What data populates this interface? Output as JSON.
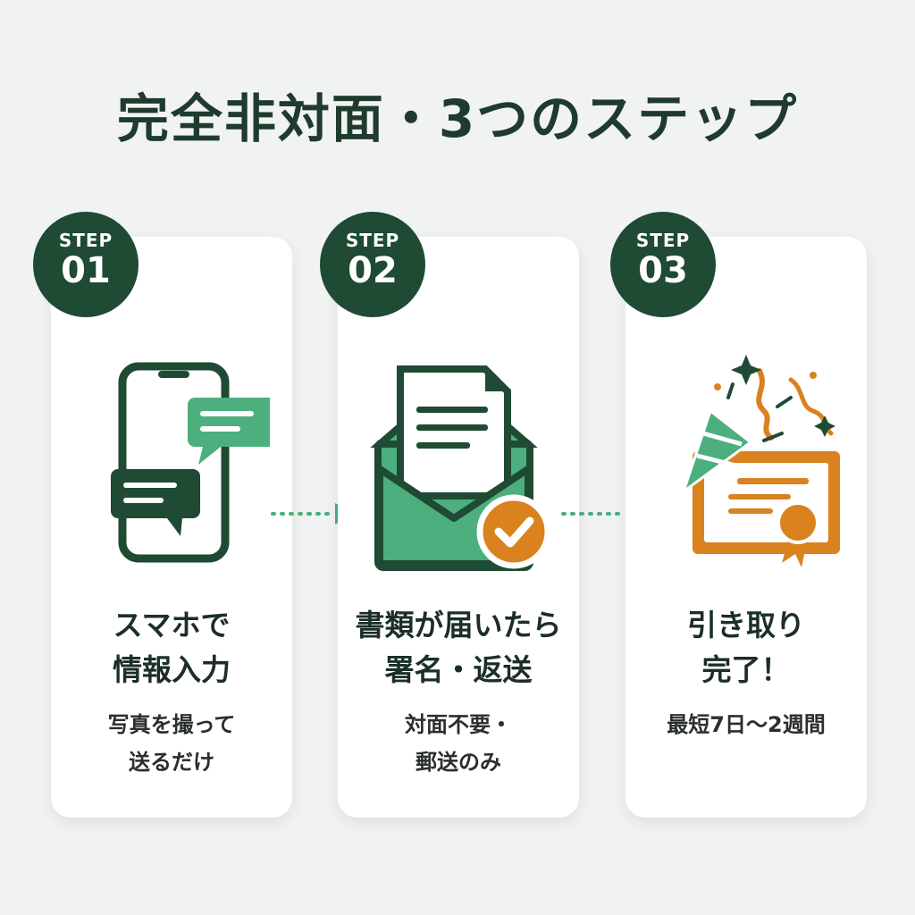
{
  "title": "完全非対面・3つのステップ",
  "steps": [
    {
      "label": "STEP",
      "number": "01",
      "heading1": "スマホで",
      "heading2": "情報入力",
      "sub1": "写真を撮って",
      "sub2": "送るだけ",
      "icon": "phone-chat-icon"
    },
    {
      "label": "STEP",
      "number": "02",
      "heading1": "書類が届いたら",
      "heading2": "署名・返送",
      "sub1": "対面不要・",
      "sub2": "郵送のみ",
      "icon": "envelope-check-icon"
    },
    {
      "label": "STEP",
      "number": "03",
      "heading1": "引き取り",
      "heading2": "完了！",
      "sub1": "最短7日〜2週間",
      "sub2": "",
      "icon": "certificate-party-icon"
    }
  ],
  "colors": {
    "dark_green": "#1f4a33",
    "green": "#4caf7d",
    "orange": "#d9821e"
  }
}
